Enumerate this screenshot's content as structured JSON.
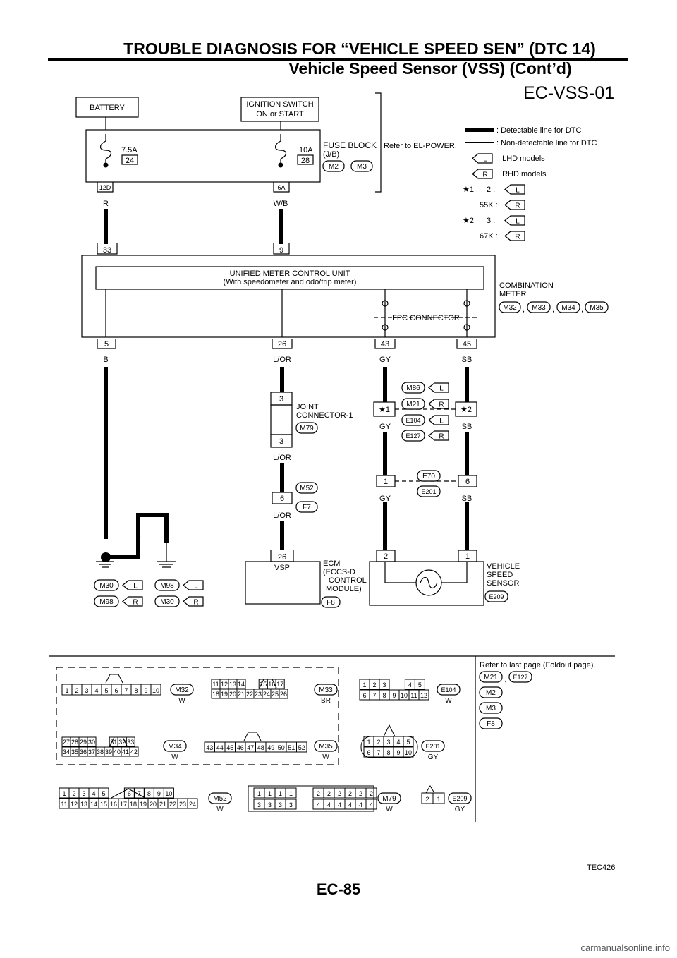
{
  "header": {
    "title": "TROUBLE DIAGNOSIS FOR “VEHICLE SPEED SEN” (DTC 14)",
    "subtitle": "Vehicle Speed Sensor (VSS) (Cont’d)"
  },
  "diagram_id": "EC-VSS-01",
  "figure_code": "TEC426",
  "page_number": "EC-85",
  "watermark": "carmanualsonline.info",
  "boxes": {
    "battery": "BATTERY",
    "ignition_line1": "IGNITION SWITCH",
    "ignition_line2": "ON or START",
    "fuse_block_line1": "FUSE BLOCK",
    "fuse_block_line2": "(J/B)",
    "refer_power": "Refer to EL-POWER.",
    "fuse1_amp": "7.5A",
    "fuse1_no": "24",
    "fuse2_amp": "10A",
    "fuse2_no": "28",
    "fuse1_term": "12D",
    "fuse2_term": "6A",
    "meter_unit_line1": "UNIFIED METER CONTROL UNIT",
    "meter_unit_line2": "(With speedometer and odo/trip meter)",
    "combination_line1": "COMBINATION",
    "combination_line2": "METER",
    "fpc_connector": "FPC CONNECTOR",
    "joint_line1": "JOINT",
    "joint_line2": "CONNECTOR-1",
    "ecm_line1": "ECM",
    "ecm_line2": "(ECCS-D",
    "ecm_line3": "CONTROL",
    "ecm_line4": "MODULE)",
    "ecm_vsp": "VSP",
    "vss_line1": "VEHICLE",
    "vss_line2": "SPEED",
    "vss_line3": "SENSOR"
  },
  "legend": {
    "detectable": ": Detectable line for DTC",
    "non_detectable": ": Non-detectable line for DTC",
    "lhd_tag": "L",
    "lhd": ": LHD models",
    "rhd_tag": "R",
    "rhd": ": RHD models",
    "star1": "★1",
    "star1_a": "2 :",
    "star1_b": "55K :",
    "star2": "★2",
    "star2_a": "3 :",
    "star2_b": "67K :"
  },
  "terminals": {
    "meter_in_left": "33",
    "meter_in_right": "9",
    "meter_out": [
      "5",
      "26",
      "43",
      "45"
    ],
    "joint_top": "3",
    "joint_bottom": "3",
    "f7_pin": "6",
    "ecm_pin": "26",
    "e70_left": "1",
    "e70_right": "6",
    "vss_left": "2",
    "vss_right": "1",
    "star1_junction": "★1",
    "star2_junction": "★2"
  },
  "wires": {
    "r": "R",
    "wb": "W/B",
    "b": "B",
    "lor": "L/OR",
    "gy": "GY",
    "sb": "SB"
  },
  "connectors": {
    "m2": "M2",
    "m3": "M3",
    "m32": "M32",
    "m33": "M33",
    "m34": "M34",
    "m35": "M35",
    "m79": "M79",
    "m52": "M52",
    "f7": "F7",
    "f8": "F8",
    "m30": "M30",
    "m98": "M98",
    "m86": "M86",
    "m21": "M21",
    "e104": "E104",
    "e127": "E127",
    "e70": "E70",
    "e201": "E201",
    "e209": "E209",
    "sep_comma": ","
  },
  "bottom": {
    "refer_last": "Refer to last page (Foldout page).",
    "w": "W",
    "br": "BR",
    "gy": "GY",
    "m32_pins": [
      "1",
      "2",
      "3",
      "4",
      "5",
      "6",
      "7",
      "8",
      "9",
      "10"
    ],
    "m33_top": [
      "11",
      "12",
      "13",
      "14",
      "",
      "15",
      "16",
      "17"
    ],
    "m33_bot": [
      "18",
      "19",
      "20",
      "21",
      "22",
      "23",
      "24",
      "25",
      "26"
    ],
    "m34_top": [
      "27",
      "28",
      "29",
      "30",
      "",
      "31",
      "32",
      "33"
    ],
    "m34_bot": [
      "34",
      "35",
      "36",
      "37",
      "38",
      "39",
      "40",
      "41",
      "42"
    ],
    "m35_pins": [
      "43",
      "44",
      "45",
      "46",
      "47",
      "48",
      "49",
      "50",
      "51",
      "52"
    ],
    "e104_top": [
      "1",
      "2",
      "3",
      "",
      "4",
      "5"
    ],
    "e104_bot": [
      "6",
      "7",
      "8",
      "9",
      "10",
      "11",
      "12"
    ],
    "e201_top": [
      "1",
      "2",
      "3",
      "4",
      "5"
    ],
    "e201_bot": [
      "6",
      "7",
      "8",
      "9",
      "10"
    ],
    "m52_top": [
      "1",
      "2",
      "3",
      "4",
      "5",
      "",
      "6",
      "7",
      "8",
      "9",
      "10"
    ],
    "m52_bot": [
      "11",
      "12",
      "13",
      "14",
      "15",
      "16",
      "17",
      "18",
      "19",
      "20",
      "21",
      "22",
      "23",
      "24"
    ],
    "m79_top": [
      "1",
      "1",
      "1",
      "1",
      "",
      "2",
      "2",
      "2",
      "2",
      "2",
      "2"
    ],
    "m79_bot": [
      "3",
      "3",
      "3",
      "3",
      "",
      "4",
      "4",
      "4",
      "4",
      "4",
      "4"
    ],
    "e209_pins": [
      "2",
      "1"
    ]
  }
}
